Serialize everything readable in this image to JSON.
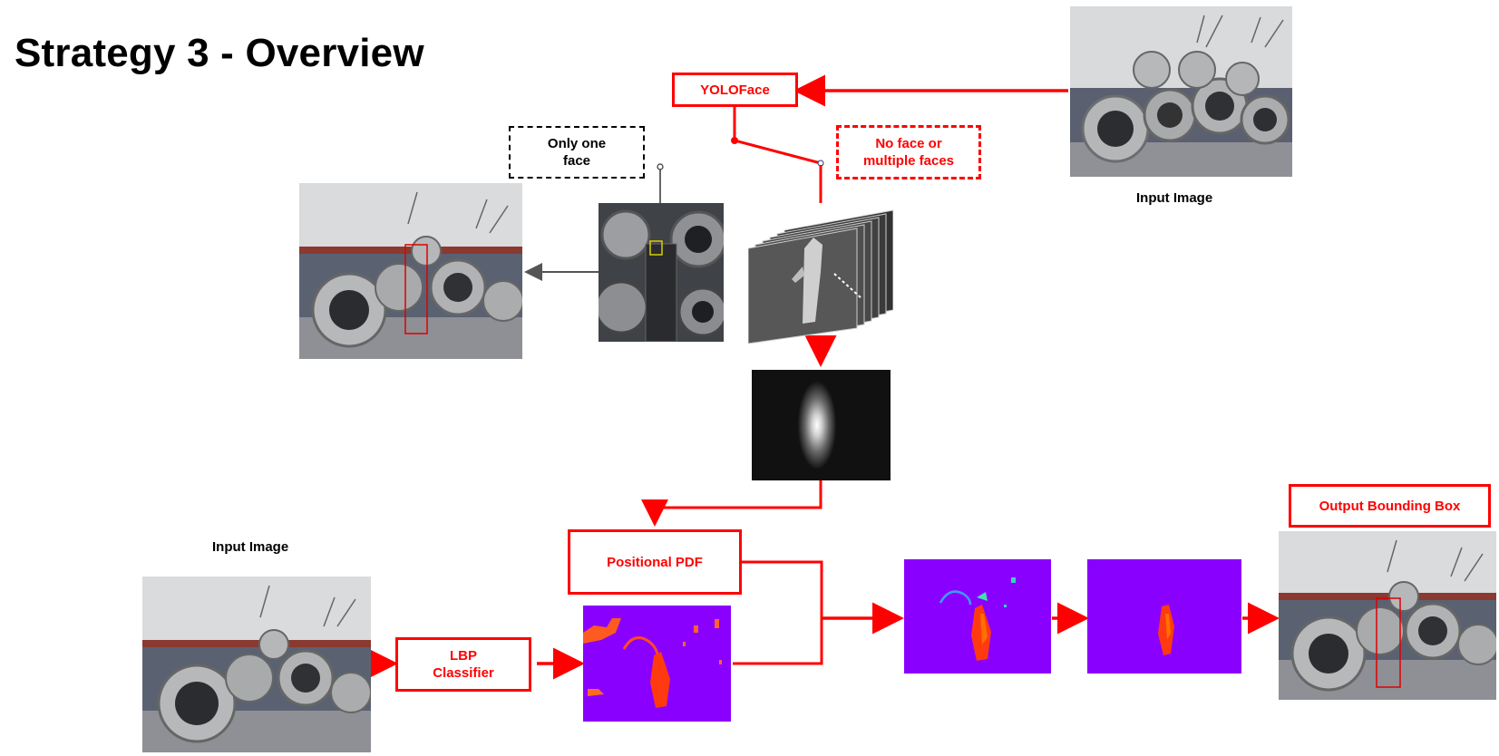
{
  "title": "Strategy 3 - Overview",
  "nodes": {
    "yoloface": "YOLOFace",
    "no_face": "No face or multiple faces",
    "only_one_face": "Only one face",
    "positional_pdf": "Positional PDF",
    "lbp_classifier": "LBP Classifier",
    "output_bbox": "Output Bounding Box"
  },
  "captions": {
    "input_image_top": "Input Image",
    "input_image_bottom": "Input Image"
  },
  "colors": {
    "accent": "#ff0000",
    "heatmap_background": "#8a00ff",
    "heatmap_blob": "#ff3a00"
  }
}
